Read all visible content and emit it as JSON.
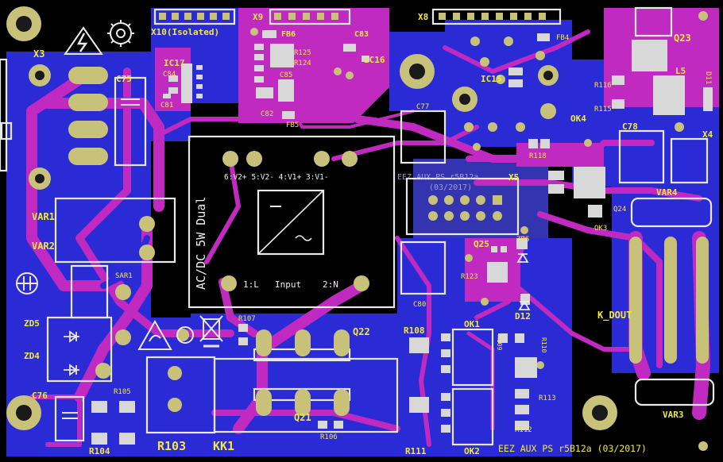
{
  "board": {
    "title_line": "EEZ AUX PS r5B12a (03/2017)",
    "colors": {
      "background": "#000000",
      "bottom_copper": "#2b2bd6",
      "top_copper": "#c02ac0",
      "silkscreen": "#e8e8e8",
      "designators": "#f2ea3a",
      "pads": "#c8c17a",
      "inner_region": "#3434b0"
    }
  },
  "labels": {
    "x3": "X3",
    "x10": "X10(Isolated)",
    "x9": "X9",
    "x8": "X8",
    "fb6": "FB6",
    "c83": "C83",
    "ic16": "IC16",
    "r125": "R125",
    "r124": "R124",
    "c85": "C85",
    "c82": "C82",
    "fb5": "FB5",
    "fb4": "FB4",
    "ic15": "IC15",
    "q23": "Q23",
    "l5": "L5",
    "d11": "D11",
    "r116": "R116",
    "r115": "R115",
    "ic17": "IC17",
    "c84": "C84",
    "c81": "C81",
    "c75": "C75",
    "c77": "C77",
    "ok4": "OK4",
    "c78": "C78",
    "x4": "X4",
    "r118": "R118",
    "x5": "X5",
    "var4": "VAR4",
    "q24": "Q24",
    "ok3": "OK3",
    "var1": "VAR1",
    "var2": "VAR2",
    "sar1": "SAR1",
    "q25": "Q25",
    "zd6": "ZD6",
    "r123": "R123",
    "c80": "C80",
    "d12": "D12",
    "k_dout": "K_DOUT",
    "zd5": "ZD5",
    "zd4": "ZD4",
    "r107": "R107",
    "q22": "Q22",
    "r108": "R108",
    "ok1": "OK1",
    "r109": "R109",
    "r110": "R110",
    "r113": "R113",
    "r112": "R112",
    "c76": "C76",
    "r105": "R105",
    "r103": "R103",
    "kk1": "KK1",
    "q21": "Q21",
    "r106": "R106",
    "r104": "R104",
    "r111": "R111",
    "ok2": "OK2",
    "var3": "VAR3"
  },
  "module": {
    "vertical_text": "AC/DC 5W Dual",
    "pin_row_top": "6:V2+  5:V2-      4:V1+  3:V1-",
    "pin_l": "1:L",
    "pin_input": "Input",
    "pin_n": "2:N"
  },
  "mirrored": {
    "line1": "EEZ AUX PS r5B12a",
    "line2": "(03/2017)"
  }
}
